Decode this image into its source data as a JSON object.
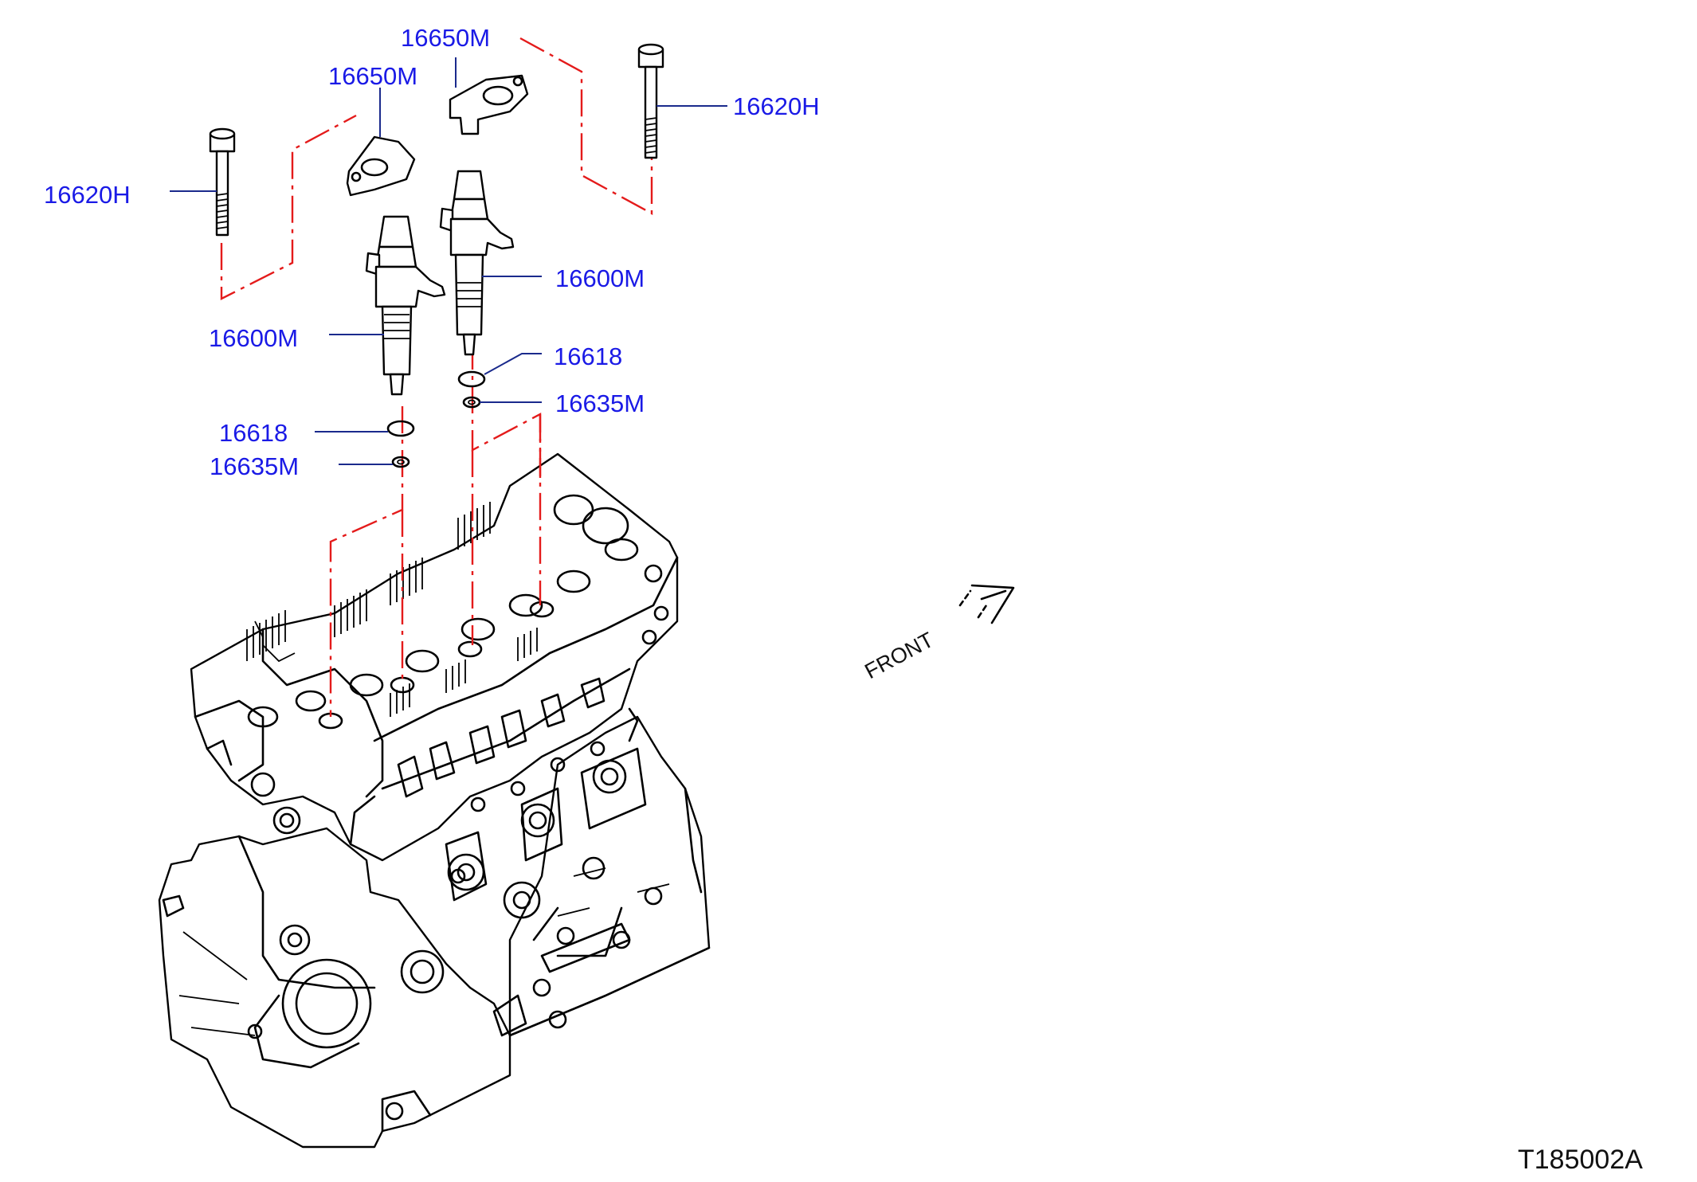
{
  "callouts": {
    "bracket_left": "16650M",
    "bracket_right": "16650M",
    "bolt_left": "16620H",
    "bolt_right": "16620H",
    "injector_left": "16600M",
    "injector_right": "16600M",
    "oring_left": "16618",
    "oring_right": "16618",
    "washer_left": "16635M",
    "washer_right": "16635M"
  },
  "front_label": "FRONT",
  "diagram_code": "T185002A",
  "colors": {
    "callout_text": "#1a1ae6",
    "leader_line": "#1a2a8c",
    "assembly_line": "#e41b1b",
    "drawing": "#000000"
  }
}
